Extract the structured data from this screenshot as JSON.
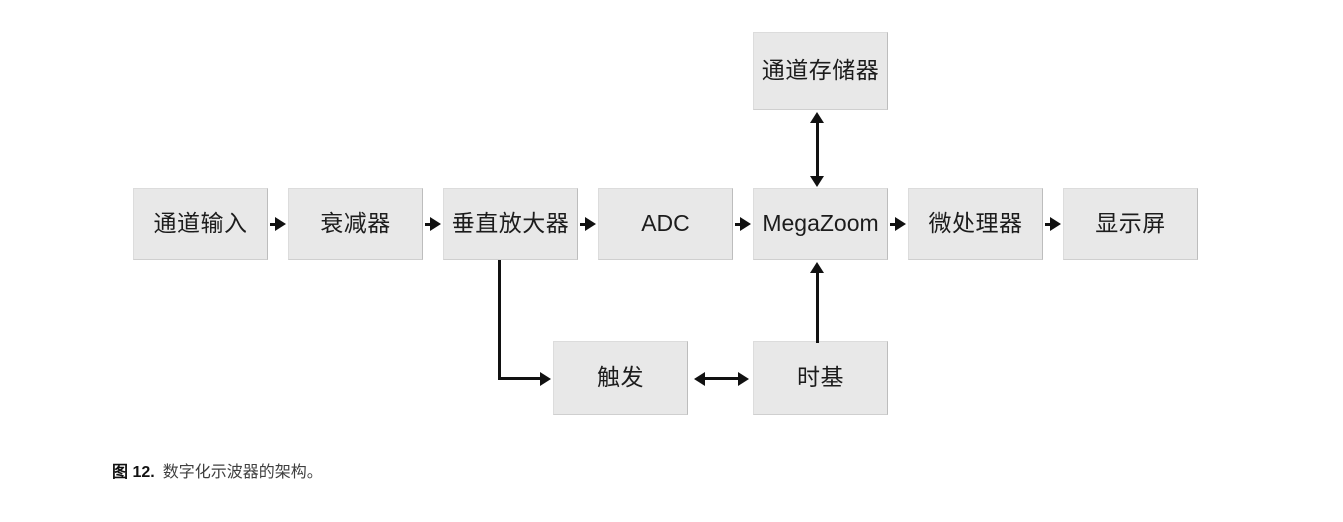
{
  "figure": {
    "caption_number": "图 12.",
    "caption_text": "数字化示波器的架构。",
    "box_fill_color": "#e8e8e8",
    "box_border_color": "#dcdcdc",
    "connector_color": "#111111",
    "background_color": "#ffffff"
  },
  "nodes": {
    "channel_input": {
      "label": "通道输入"
    },
    "attenuator": {
      "label": "衰减器"
    },
    "vertical_amplifier": {
      "label": "垂直放大器"
    },
    "adc": {
      "label": "ADC"
    },
    "megazoom": {
      "label": "MegaZoom"
    },
    "microprocessor": {
      "label": "微处理器"
    },
    "display": {
      "label": "显示屏"
    },
    "channel_memory": {
      "label": "通道存储器"
    },
    "trigger": {
      "label": "触发"
    },
    "time_base": {
      "label": "时基"
    }
  },
  "connectors": [
    {
      "name": "channel-input-to-attenuator",
      "kind": "arrow-right"
    },
    {
      "name": "attenuator-to-vertical-amplifier",
      "kind": "arrow-right"
    },
    {
      "name": "vertical-amplifier-to-adc",
      "kind": "arrow-right"
    },
    {
      "name": "adc-to-megazoom",
      "kind": "arrow-right"
    },
    {
      "name": "megazoom-to-microprocessor",
      "kind": "arrow-right"
    },
    {
      "name": "microprocessor-to-display",
      "kind": "arrow-right"
    },
    {
      "name": "megazoom-to-channel-memory",
      "kind": "arrow-double-vertical"
    },
    {
      "name": "time-base-to-megazoom",
      "kind": "arrow-up"
    },
    {
      "name": "vertical-amplifier-to-trigger",
      "kind": "elbow-down-right"
    },
    {
      "name": "trigger-to-time-base",
      "kind": "arrow-double-horizontal"
    }
  ]
}
